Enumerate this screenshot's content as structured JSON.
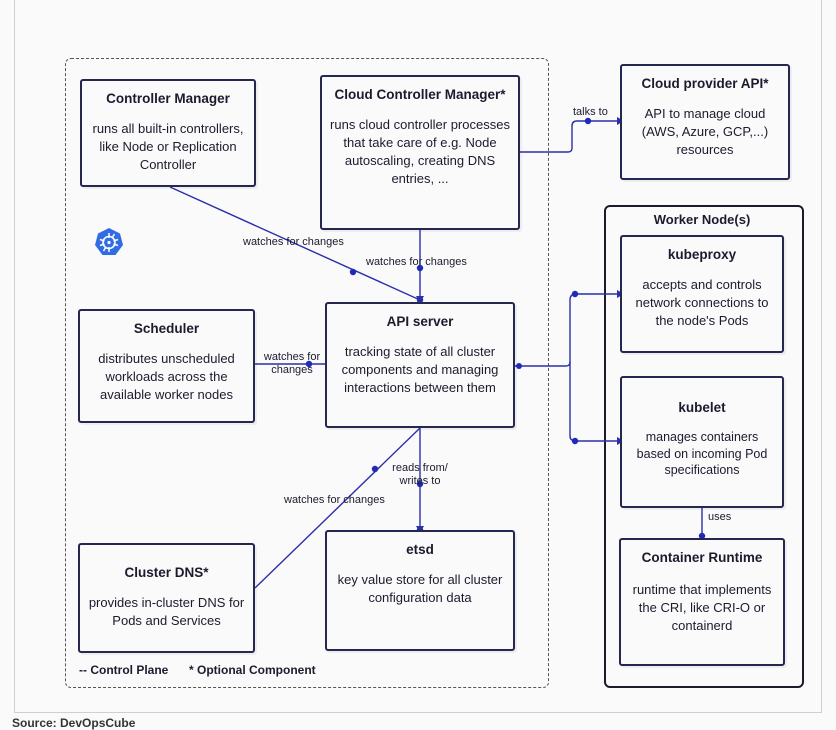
{
  "boxes": {
    "controller_manager": {
      "title": "Controller Manager",
      "desc": "runs all built-in controllers, like Node or Replication Controller"
    },
    "cloud_controller_manager": {
      "title": "Cloud Controller Manager*",
      "desc": "runs cloud controller processes that take care of e.g. Node autoscaling, creating DNS entries, ..."
    },
    "cloud_provider_api": {
      "title": "Cloud provider API*",
      "desc": "API to manage cloud (AWS, Azure, GCP,...) resources"
    },
    "scheduler": {
      "title": "Scheduler",
      "desc": "distributes unscheduled workloads across the available worker nodes"
    },
    "api_server": {
      "title": "API server",
      "desc": "tracking state of all cluster components and managing interactions between them"
    },
    "cluster_dns": {
      "title": "Cluster DNS*",
      "desc": "provides in-cluster DNS for Pods and Services"
    },
    "etcd": {
      "title": "etsd",
      "desc": "key value store for all cluster configuration data"
    },
    "kubeproxy": {
      "title": "kubeproxy",
      "desc": "accepts and controls network connections to the node's Pods"
    },
    "kubelet": {
      "title": "kubelet",
      "desc": "manages containers based on incoming Pod specifications"
    },
    "container_runtime": {
      "title": "Container Runtime",
      "desc": "runtime that implements the CRI, like CRI-O or containerd"
    }
  },
  "worker_node_title": "Worker Node(s)",
  "edge_labels": {
    "talks_to": "talks to",
    "watches_cm": "watches for changes",
    "watches_ccm": "watches for changes",
    "watches_sched": "watches for changes",
    "reads_writes": "reads from/ writes to",
    "watches_dns": "watches for changes",
    "uses": "uses"
  },
  "legend": {
    "control_plane": "-- Control Plane",
    "optional": "* Optional Component"
  },
  "source": "Source: DevOpsCube",
  "colors": {
    "line": "#2b2fa8",
    "dot": "#1f2bb8",
    "box_border": "#262750",
    "logo": "#326ce5"
  }
}
